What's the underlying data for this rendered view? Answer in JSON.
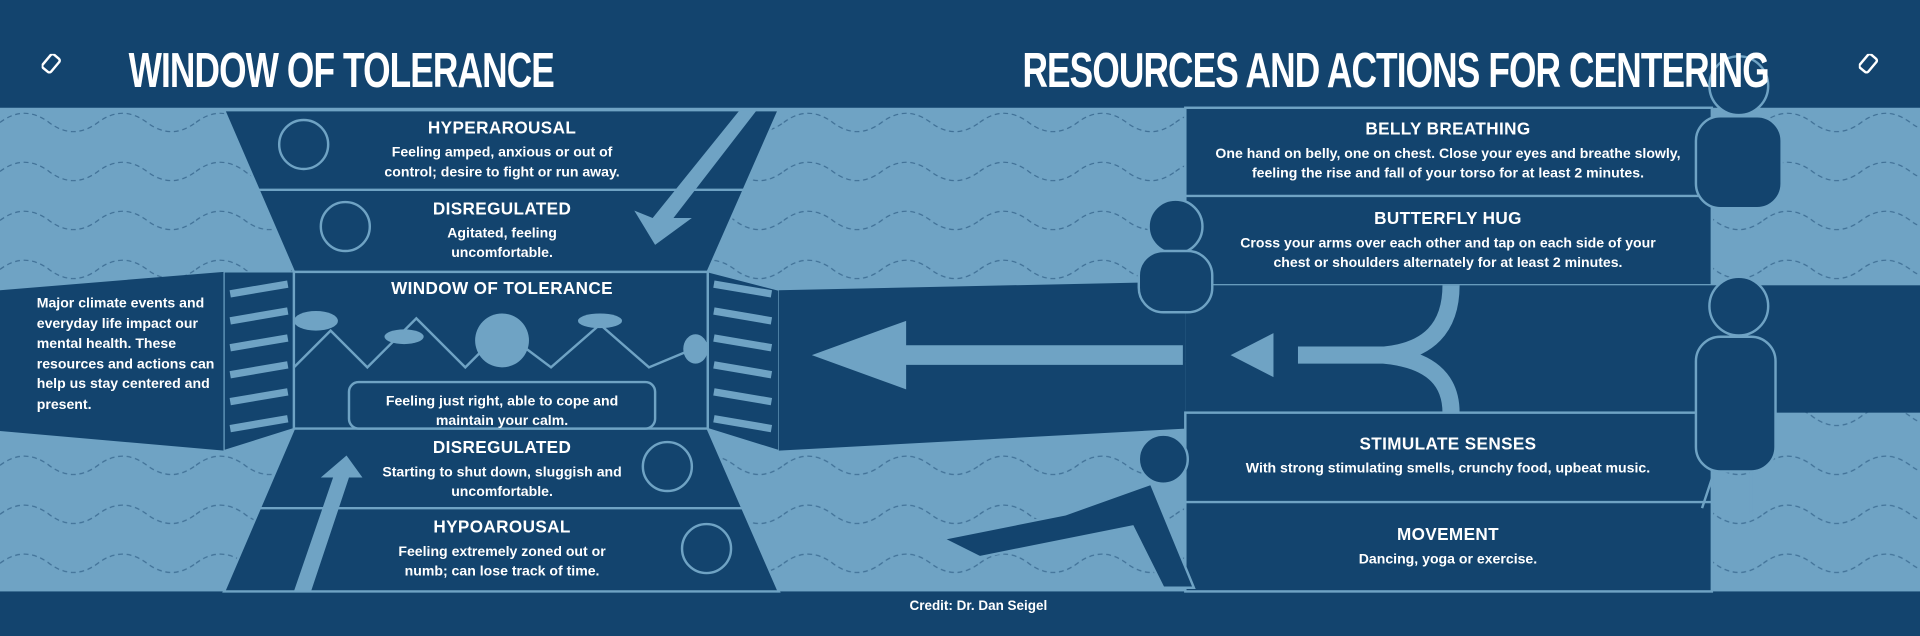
{
  "header": {
    "left_title": "WINDOW OF TOLERANCE",
    "right_title": "RESOURCES AND ACTIONS FOR CENTERING",
    "icons": [
      "phone-icon",
      "phone-icon"
    ]
  },
  "intro": "Major climate events and everyday life impact our mental health. These resources and actions can help us stay centered and present.",
  "window": {
    "sections": [
      {
        "heading": "HYPERAROUSAL",
        "text": "Feeling amped, anxious or out of control; desire to fight or run away."
      },
      {
        "heading": "DISREGULATED",
        "text": "Agitated, feeling uncomfortable."
      },
      {
        "heading": "WINDOW OF TOLERANCE",
        "text": "Feeling just right, able to cope and maintain your calm."
      },
      {
        "heading": "DISREGULATED",
        "text": "Starting to shut down, sluggish and uncomfortable."
      },
      {
        "heading": "HYPOAROUSAL",
        "text": "Feeling extremely zoned out or numb; can lose track of time."
      }
    ]
  },
  "resources": [
    {
      "heading": "BELLY BREATHING",
      "text": "One hand on belly, one on chest. Close your eyes and breathe slowly, feeling the rise and fall of your torso for at least 2 minutes."
    },
    {
      "heading": "BUTTERFLY HUG",
      "text": "Cross your arms over each other and tap on each side of your chest or shoulders alternately for at least 2 minutes."
    },
    {
      "heading": "STIMULATE SENSES",
      "text": "With strong stimulating smells, crunchy food, upbeat music."
    },
    {
      "heading": "MOVEMENT",
      "text": "Dancing, yoga or exercise."
    }
  ],
  "credit": "Credit: Dr. Dan Seigel",
  "colors": {
    "dark": "#13446e",
    "light": "#6fa3c4",
    "text": "#ffffff"
  }
}
